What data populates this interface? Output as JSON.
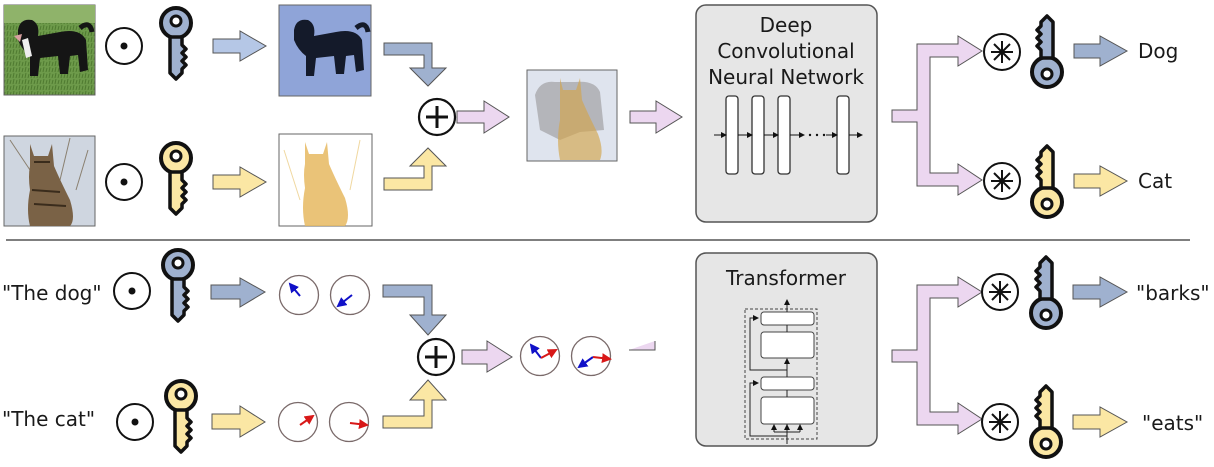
{
  "colors": {
    "blue_fill": "#9fb1cf",
    "blue_light": "#b5c7e6",
    "yellow_fill": "#fbe7a4",
    "pink_fill": "#ecd7f0",
    "box_fill": "#e6e6e6",
    "vec_blue": "#1010c8",
    "vec_red": "#d81818"
  },
  "top_row": {
    "inputs": [
      {
        "label": "dog-photo",
        "key_color": "blue"
      },
      {
        "label": "cat-photo",
        "key_color": "yellow"
      }
    ],
    "operator_bind": "⊙",
    "combine_operator": "+",
    "model_title_lines": [
      "Deep",
      "Convolutional",
      "Neural Network"
    ],
    "unbind_operator": "✱",
    "outputs": [
      "Dog",
      "Cat"
    ]
  },
  "bottom_row": {
    "inputs": [
      "\"The dog\"",
      "\"The cat\""
    ],
    "model_title": "Transformer",
    "outputs": [
      "\"barks\"",
      "\"eats\""
    ]
  }
}
